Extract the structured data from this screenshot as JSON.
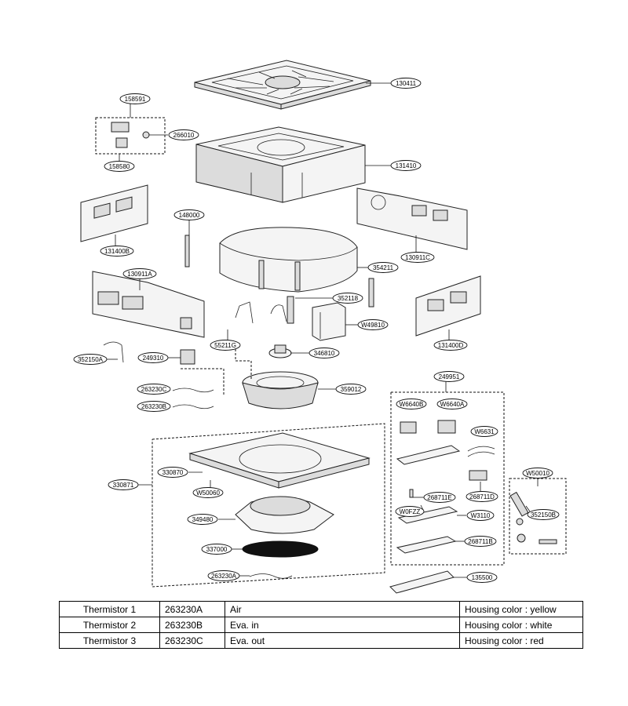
{
  "labels": {
    "l130411": "130411",
    "l158591": "158591",
    "l266010": "266010",
    "l158580": "158580",
    "l131410": "131410",
    "l148000": "148000",
    "l131400B": "131400B",
    "l130911C": "130911C",
    "l354211": "354211",
    "l130911A": "130911A",
    "l352118": "352118",
    "l131400D": "131400D",
    "lW49810": "W49810",
    "l55211G": "55211G",
    "l346810": "346810",
    "l352150A": "352150A",
    "l249310": "249310",
    "l263230C": "263230C",
    "l263230B": "263230B",
    "l359012": "359012",
    "l249951": "249951",
    "lW6640B": "W6640B",
    "lW6640A": "W6640A",
    "lW6631": "W6631",
    "l330870": "330870",
    "l330871": "330871",
    "lW50060": "W50060",
    "lW50010": "W50010",
    "l268711E": "268711E",
    "l268711D": "268711D",
    "l352150B": "352150B",
    "lW0FZZ": "W0FZZ",
    "lW3110": "W3110",
    "l349480": "349480",
    "l268711B": "268711B",
    "l337000": "337000",
    "l263230A": "263230A",
    "l135500": "135500"
  },
  "table": {
    "rows": [
      {
        "name": "Thermistor 1",
        "code": "263230A",
        "position": "Air",
        "housing": "Housing color : yellow"
      },
      {
        "name": "Thermistor 2",
        "code": "263230B",
        "position": "Eva. in",
        "housing": "Housing color : white"
      },
      {
        "name": "Thermistor 3",
        "code": "263230C",
        "position": "Eva. out",
        "housing": "Housing color : red"
      }
    ]
  }
}
